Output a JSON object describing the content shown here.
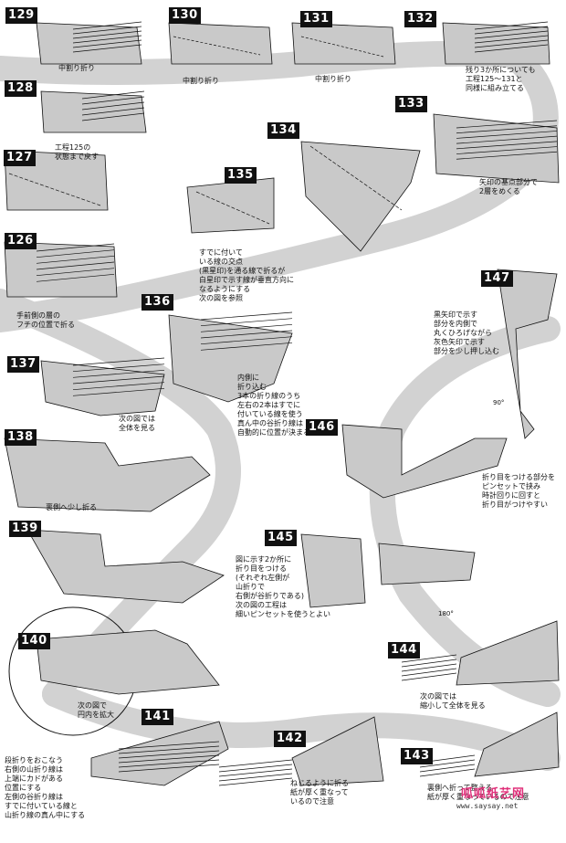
{
  "steps": [
    {
      "num": "129",
      "note": "中割り折り"
    },
    {
      "num": "130",
      "note": "中割り折り"
    },
    {
      "num": "131",
      "note": "中割り折り"
    },
    {
      "num": "132",
      "note": "残り3か所についても\n工程125～131と\n同様に組み立てる"
    },
    {
      "num": "128",
      "note": "工程125の\n状態まで戻す"
    },
    {
      "num": "127",
      "note": ""
    },
    {
      "num": "133",
      "note": "矢印の基点部分で\n2層をめくる"
    },
    {
      "num": "134",
      "note": ""
    },
    {
      "num": "135",
      "note": "すでに付いて\nいる線の交点\n(黒星印)を通る線で折るが\n白星印で示す線が垂直方向に\nなるようにする\n次の図を参照"
    },
    {
      "num": "126",
      "note": "手前側の層の\nフチの位置で折る"
    },
    {
      "num": "147",
      "note": "黒矢印で示す\n部分を内側で\n丸くひろげながら\n灰色矢印で示す\n部分を少し押し込む"
    },
    {
      "num": "136",
      "note": "内側に\n折り込む\n3本の折り線のうち\n左右の2本はすでに\n付いている線を使う\n真ん中の谷折り線は\n自動的に位置が決まる"
    },
    {
      "num": "137",
      "note": "次の図では\n全体を見る"
    },
    {
      "num": "146",
      "note": "折り目をつける部分を\nピンセットで挟み\n時計回りに回すと\n折り目がつけやすい"
    },
    {
      "num": "138",
      "note": "裏側へ少し折る"
    },
    {
      "num": "139",
      "note": ""
    },
    {
      "num": "145",
      "note": "図に示す2か所に\n折り目をつける\n(それぞれ左側が\n山折りで\n右側が谷折りである)\n次の図の工程は\n細いピンセットを使うとよい"
    },
    {
      "num": "140",
      "note": "次の図で\n円内を拡大"
    },
    {
      "num": "144",
      "note": "次の図では\n縮小して全体を見る"
    },
    {
      "num": "141",
      "note": "段折りをおこなう\n右側の山折り線は\n上端にカドがある\n位置にする\n左側の谷折り線は\nすでに付いている線と\n山折り線の真ん中にする"
    },
    {
      "num": "142",
      "note": "ねじるように折る\n紙が厚く重なって\nいるので注意"
    },
    {
      "num": "143",
      "note": "裏側へ折って整える\n紙が厚く重なっているので注意"
    }
  ],
  "angles": [
    "90°",
    "180°"
  ],
  "watermark": {
    "title": "呱呱纸艺网",
    "url": "www.saysay.net"
  }
}
